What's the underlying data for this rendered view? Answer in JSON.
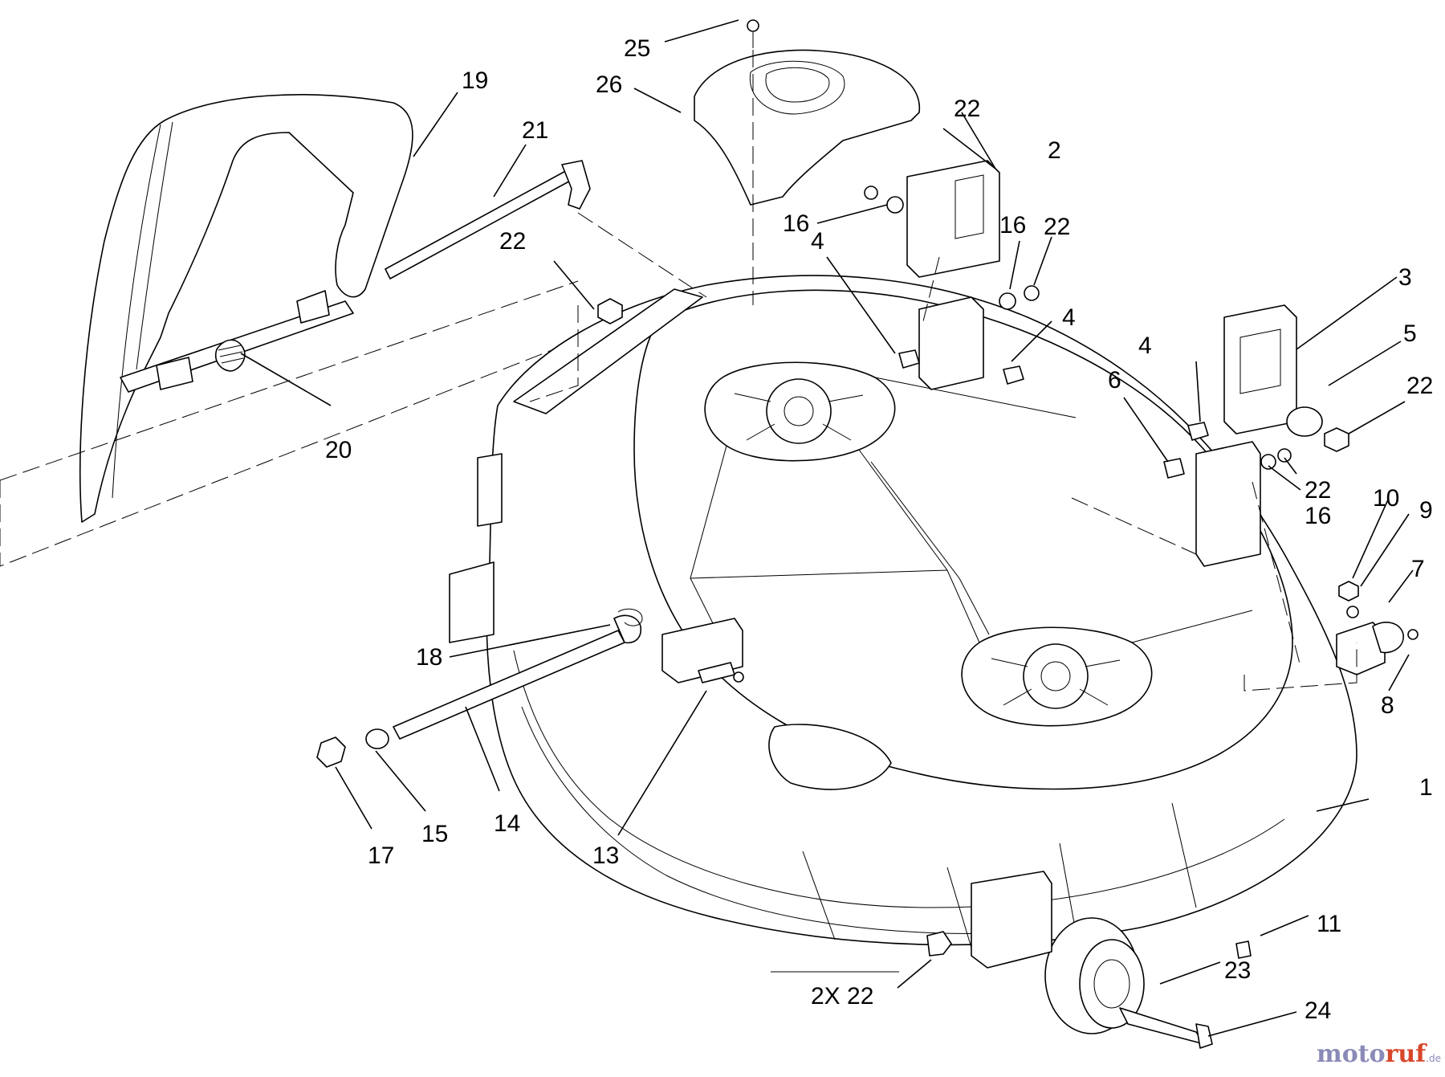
{
  "diagram": {
    "callouts": [
      {
        "id": "c25",
        "text": "25"
      },
      {
        "id": "c26",
        "text": "26"
      },
      {
        "id": "c19",
        "text": "19"
      },
      {
        "id": "c21",
        "text": "21"
      },
      {
        "id": "c22a",
        "text": "22"
      },
      {
        "id": "c2",
        "text": "2"
      },
      {
        "id": "c16a",
        "text": "16"
      },
      {
        "id": "c4a",
        "text": "4"
      },
      {
        "id": "c16b",
        "text": "16"
      },
      {
        "id": "c22b",
        "text": "22"
      },
      {
        "id": "c22c",
        "text": "22"
      },
      {
        "id": "c3",
        "text": "3"
      },
      {
        "id": "c4b",
        "text": "4"
      },
      {
        "id": "c5",
        "text": "5"
      },
      {
        "id": "c4c",
        "text": "4"
      },
      {
        "id": "c6",
        "text": "6"
      },
      {
        "id": "c22d",
        "text": "22"
      },
      {
        "id": "c20",
        "text": "20"
      },
      {
        "id": "c22e",
        "text": "22"
      },
      {
        "id": "c16c",
        "text": "16"
      },
      {
        "id": "c10",
        "text": "10"
      },
      {
        "id": "c9",
        "text": "9"
      },
      {
        "id": "c7",
        "text": "7"
      },
      {
        "id": "c8",
        "text": "8"
      },
      {
        "id": "c18",
        "text": "18"
      },
      {
        "id": "c14",
        "text": "14"
      },
      {
        "id": "c15",
        "text": "15"
      },
      {
        "id": "c17",
        "text": "17"
      },
      {
        "id": "c13",
        "text": "13"
      },
      {
        "id": "c1",
        "text": "1"
      },
      {
        "id": "c11",
        "text": "11"
      },
      {
        "id": "c23",
        "text": "23"
      },
      {
        "id": "c2x22",
        "text": "2X 22"
      },
      {
        "id": "c24",
        "text": "24"
      }
    ]
  },
  "watermark": {
    "part1": "moto",
    "part2": "ruf",
    "suffix": ".de"
  }
}
